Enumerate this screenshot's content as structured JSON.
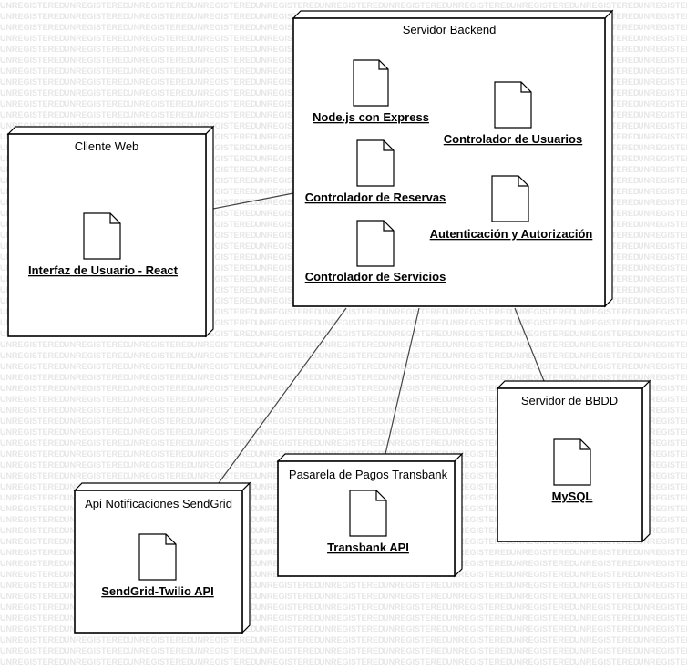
{
  "watermark": "UNREGISTERED",
  "nodes": {
    "backend": {
      "title": "Servidor Backend",
      "components": [
        "Node.js con Express",
        "Controlador de Usuarios",
        "Controlador de Reservas",
        "Autenticación y Autorización",
        "Controlador de Servicios"
      ]
    },
    "client": {
      "title": "Cliente Web",
      "components": [
        "Interfaz de Usuario - React"
      ]
    },
    "db": {
      "title": "Servidor de BBDD",
      "components": [
        "MySQL"
      ]
    },
    "payment": {
      "title": "Pasarela de Pagos Transbank",
      "components": [
        "Transbank API"
      ]
    },
    "notify": {
      "title": "Api Notificaciones SendGrid",
      "components": [
        "SendGrid-Twilio API"
      ]
    }
  }
}
